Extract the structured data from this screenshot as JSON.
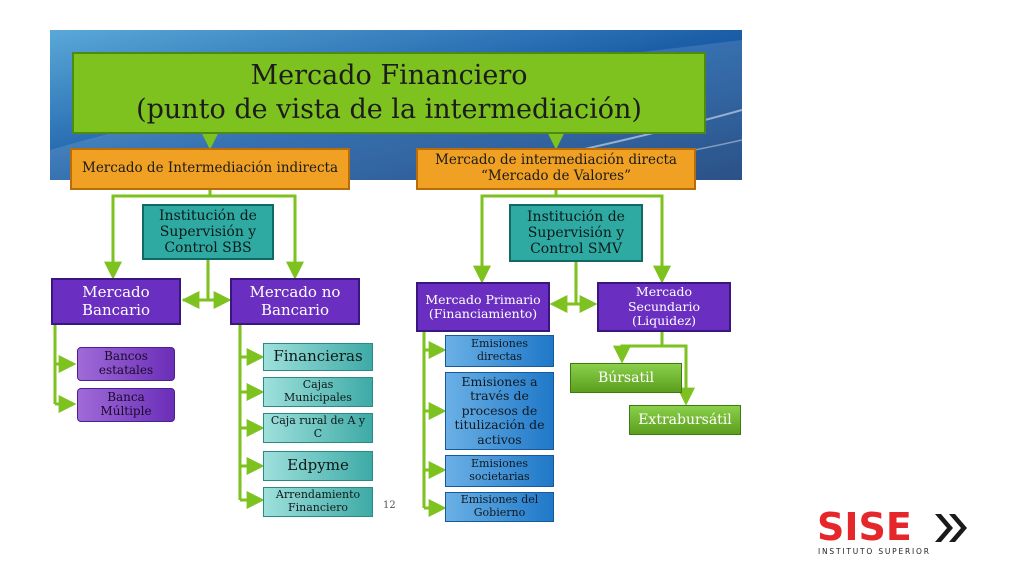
{
  "title": {
    "line1": "Mercado Financiero",
    "line2": "(punto de vista de la intermediación)"
  },
  "indirect": {
    "label": "Mercado de Intermediación indirecta",
    "supervision": {
      "line1": "Institución de",
      "line2": "Supervisión y",
      "line3": "Control SBS"
    },
    "bancario": {
      "line1": "Mercado",
      "line2": "Bancario"
    },
    "no_bancario": {
      "line1": "Mercado no",
      "line2": "Bancario"
    },
    "bancario_items": [
      {
        "line1": "Bancos",
        "line2": "estatales"
      },
      {
        "line1": "Banca",
        "line2": "Múltiple"
      }
    ],
    "no_bancario_items": [
      {
        "line1": "Financieras",
        "line2": ""
      },
      {
        "line1": "Cajas",
        "line2": "Municipales"
      },
      {
        "line1": "Caja rural de A y",
        "line2": "C"
      },
      {
        "line1": "Edpyme",
        "line2": ""
      },
      {
        "line1": "Arrendamiento",
        "line2": "Financiero"
      }
    ]
  },
  "direct": {
    "line1": "Mercado de intermediación directa",
    "line2": "“Mercado de Valores”",
    "supervision": {
      "line1": "Institución de",
      "line2": "Supervisión y",
      "line3": "Control SMV"
    },
    "primario": {
      "line1": "Mercado Primario",
      "line2": "(Financiamiento)"
    },
    "secundario": {
      "line1": "Mercado",
      "line2": "Secundario",
      "line3": "(Liquidez)"
    },
    "primario_items": [
      {
        "line1": "Emisiones",
        "line2": "directas",
        "line3": "",
        "line4": ""
      },
      {
        "line1": "Emisiones a",
        "line2": "través de",
        "line3": "procesos de",
        "line4": "titulización de",
        "line5": "activos"
      },
      {
        "line1": "Emisiones",
        "line2": "societarias",
        "line3": "",
        "line4": ""
      },
      {
        "line1": "Emisiones del",
        "line2": "Gobierno",
        "line3": "",
        "line4": ""
      }
    ],
    "secundario_items": [
      "Búrsatil",
      "Extrabursátil"
    ]
  },
  "page_number": "12",
  "logo": {
    "brand": "SISE",
    "tagline": "INSTITUTO SUPERIOR"
  },
  "colors": {
    "green": "#7dc21e",
    "orange": "#f0a022",
    "teal": "#2eaaa2",
    "purple": "#6a2ec0",
    "connector": "#7dc21e",
    "logo_red": "#e5262a"
  }
}
